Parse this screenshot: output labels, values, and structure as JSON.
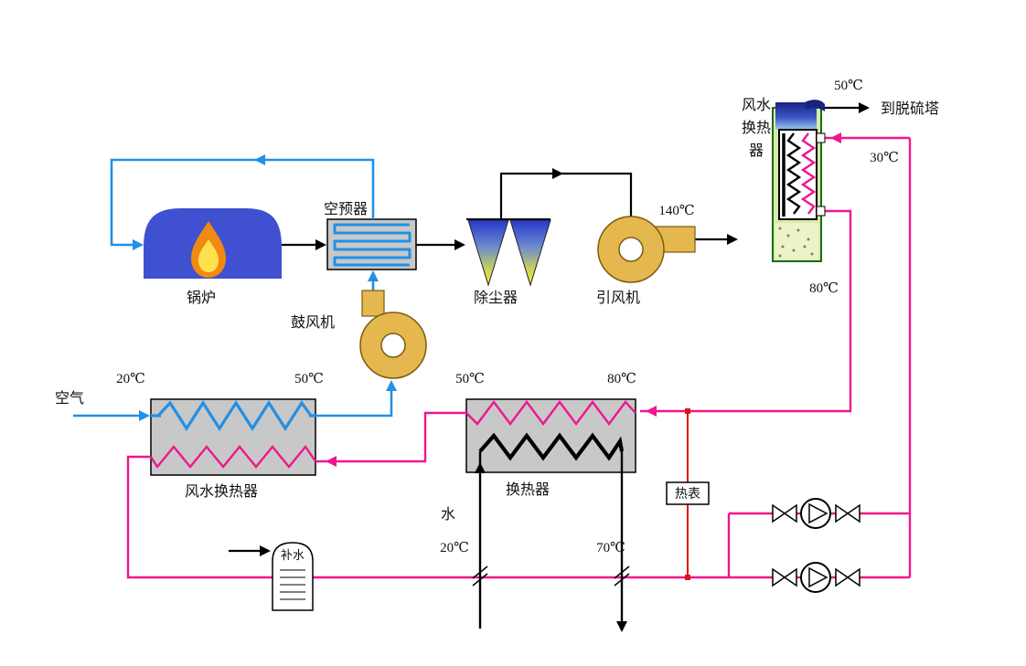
{
  "colors": {
    "air_line": "#2090E8",
    "flue_line": "#000000",
    "hot_water_line": "#F0168E",
    "heat_meter_line": "#E01212",
    "boiler_fill": "#3F51D1",
    "fan_fill": "#E4B84E",
    "exchanger_box_fill": "#C8C8C8",
    "gas_water_hx_fill": "#D8ECA8",
    "flame_outer": "#F08A10",
    "flame_inner": "#FFE14D"
  },
  "components": {
    "air_inlet": {
      "label": "空气"
    },
    "boiler": {
      "label": "锅炉"
    },
    "air_preheater": {
      "label": "空预器"
    },
    "blower": {
      "label": "鼓风机"
    },
    "dust_collector": {
      "label": "除尘器"
    },
    "id_fan": {
      "label": "引风机",
      "outlet_temp": "140℃"
    },
    "gas_water_hx": {
      "label_line1": "风水",
      "label_line2": "换热",
      "label_line3": "器",
      "gas_outlet_temp": "50℃",
      "gas_outlet_dest": "到脱硫塔",
      "water_inlet_temp": "30℃",
      "water_outlet_temp": "80℃"
    },
    "air_water_hx": {
      "label": "风水换热器",
      "air_in_temp": "20℃",
      "air_out_temp": "50℃"
    },
    "water_hx": {
      "label": "换热器",
      "hot_out_temp": "50℃",
      "hot_in_temp": "80℃"
    },
    "water_supply": {
      "label": "水",
      "in_temp": "20℃",
      "out_temp": "70℃"
    },
    "heat_meter": {
      "label": "热表"
    },
    "makeup_tank": {
      "label": "补水"
    }
  }
}
